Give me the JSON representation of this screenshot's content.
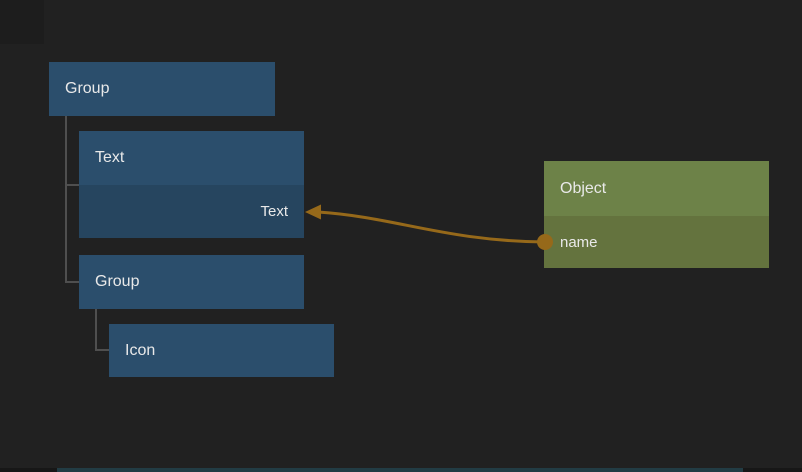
{
  "canvas": {
    "background": "#212121"
  },
  "colors": {
    "canvas_bg": "#212121",
    "blue_header": "#2b4e6c",
    "blue_body": "#26455f",
    "green_header": "#6d8248",
    "green_body": "#64733e",
    "wire_color": "#96691a",
    "tree_line": "#4f4f4f",
    "text_color": "#e9e9e9",
    "scrollbar_thumb": "#223c44",
    "scrollbar_track": "#171717"
  },
  "tree": {
    "group1": {
      "label": "Group"
    },
    "text_node": {
      "title": "Text",
      "port_label": "Text"
    },
    "group2": {
      "label": "Group"
    },
    "icon": {
      "label": "Icon"
    }
  },
  "object_node": {
    "title": "Object",
    "field_label": "name"
  },
  "icons": {
    "wire_arrowhead": "left-pointing solid triangle",
    "wire_port": "filled circle port"
  }
}
